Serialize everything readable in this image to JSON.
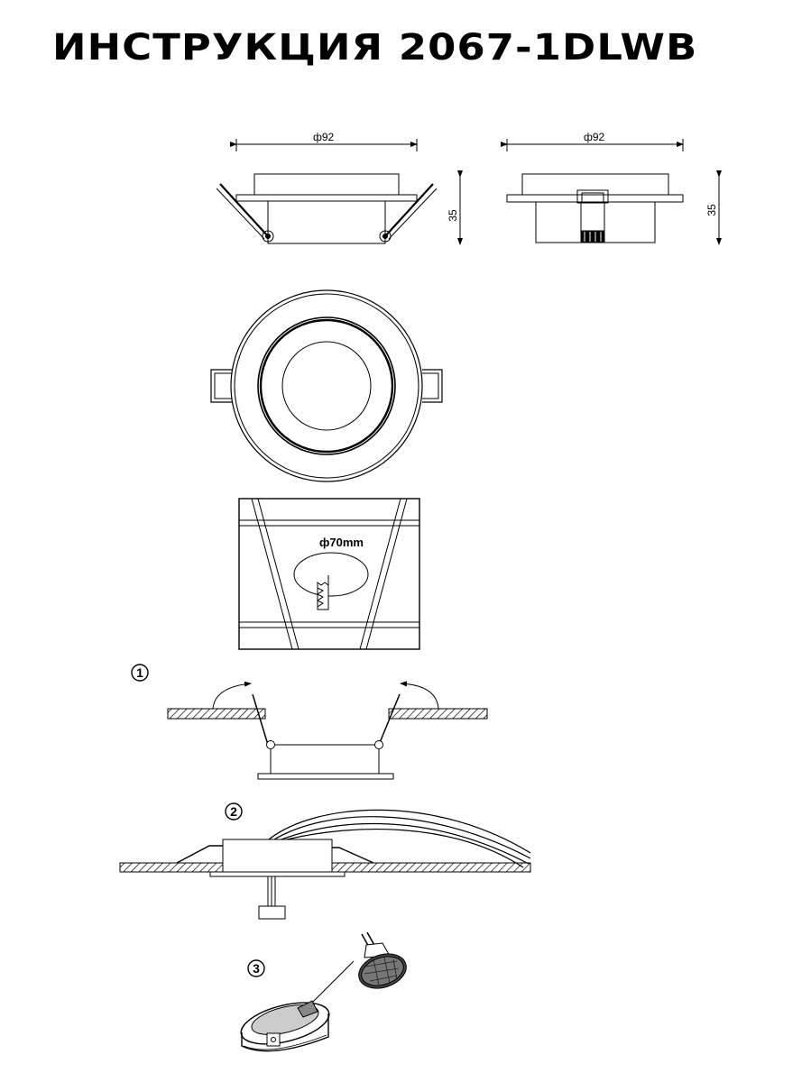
{
  "title": "ИНСТРУКЦИЯ 2067-1DLWB",
  "side_view_left": {
    "diameter_label": "ф92",
    "height_label": "35"
  },
  "side_view_right": {
    "diameter_label": "ф92",
    "height_label": "35"
  },
  "cutout": {
    "diameter_label": "ф70mm"
  },
  "steps": [
    {
      "number": "1"
    },
    {
      "number": "2"
    },
    {
      "number": "3"
    }
  ]
}
